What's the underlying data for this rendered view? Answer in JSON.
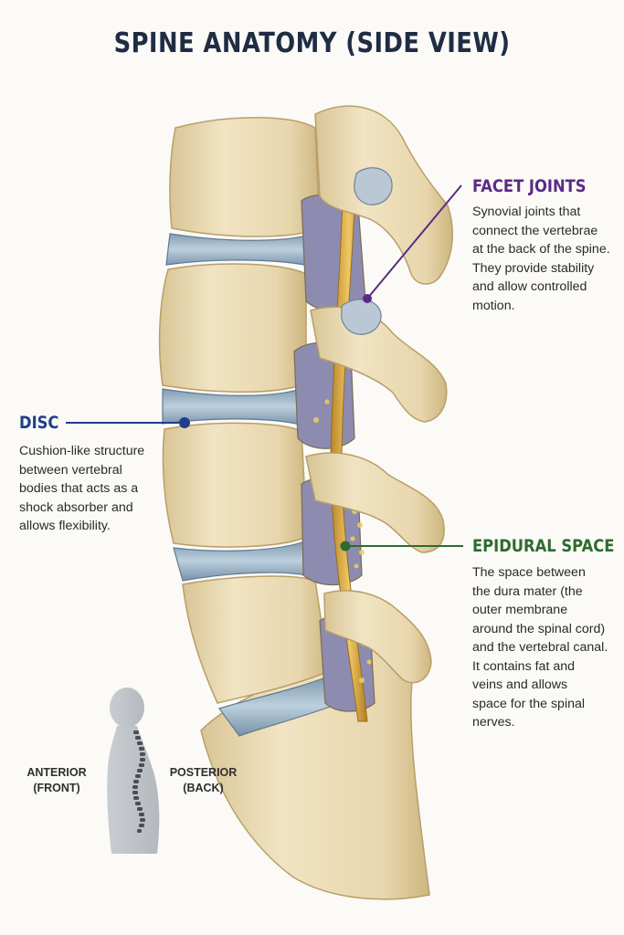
{
  "title": "SPINE ANATOMY (SIDE VIEW)",
  "colors": {
    "facet": "#5b2a86",
    "disc": "#1e3f8a",
    "epidural": "#2e6b2e",
    "bone": "#ead9b4",
    "disc_fill": "#a9bfd0",
    "nerve": "#d9a93a"
  },
  "labels": {
    "facet": {
      "heading": "FACET JOINTS",
      "lines": [
        "Synovial joints that",
        "connect the vertebrae",
        "at the back of the spine.",
        "They provide stability",
        "and allow controlled",
        "motion."
      ]
    },
    "disc": {
      "heading": "DISC",
      "lines": [
        "Cushion-like structure",
        "between vertebral",
        "bodies that acts as a",
        "shock absorber and",
        "allows flexibility."
      ]
    },
    "epidural": {
      "heading": "EPIDURAL SPACE",
      "lines": [
        "The space between",
        "the dura mater (the",
        "outer membrane",
        "around the spinal cord)",
        "and the vertebral canal.",
        "It contains fat and",
        "veins and allows",
        "space for the spinal",
        "nerves."
      ]
    }
  },
  "orientation": {
    "anterior": [
      "ANTERIOR",
      "(FRONT)"
    ],
    "posterior": [
      "POSTERIOR",
      "(BACK)"
    ]
  },
  "icons": [
    "spine-illustration",
    "body-silhouette-icon"
  ]
}
